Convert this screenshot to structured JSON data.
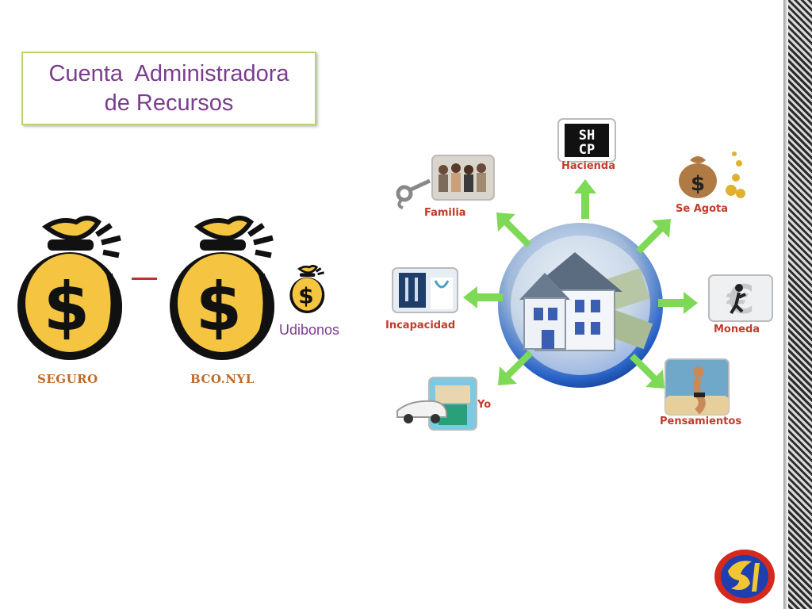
{
  "title": {
    "line1": "Cuenta  Administradora",
    "line2": "de Recursos"
  },
  "bags": [
    {
      "label": "SEGURO",
      "symbol": "$"
    },
    {
      "label": "BCO.NYL",
      "symbol": "$"
    },
    {
      "label": "Udibonos",
      "symbol": "$"
    }
  ],
  "operator": "–",
  "diagram": {
    "center": "house-in-globe",
    "nodes": [
      {
        "label": "Familia",
        "image": "family-photo"
      },
      {
        "label": "Hacienda",
        "image": "shcp-logo",
        "logo_text": "SHCP"
      },
      {
        "label": "Se Agota",
        "image": "money-bag-coins"
      },
      {
        "label": "Incapacidad",
        "image": "doctor-xray"
      },
      {
        "label": "Moneda",
        "image": "euro-coin"
      },
      {
        "label": "Yo",
        "image": "car-house-beach"
      },
      {
        "label": "Pensamientos",
        "image": "beach-person"
      }
    ]
  },
  "colors": {
    "title_text": "#7b3d8e",
    "title_border": "#b8d66a",
    "bag_label": "#c06a2a",
    "node_label": "#c23b2a",
    "arrow": "#7ed957",
    "bag_fill": "#f5c542",
    "globe": "#2a64c8"
  }
}
